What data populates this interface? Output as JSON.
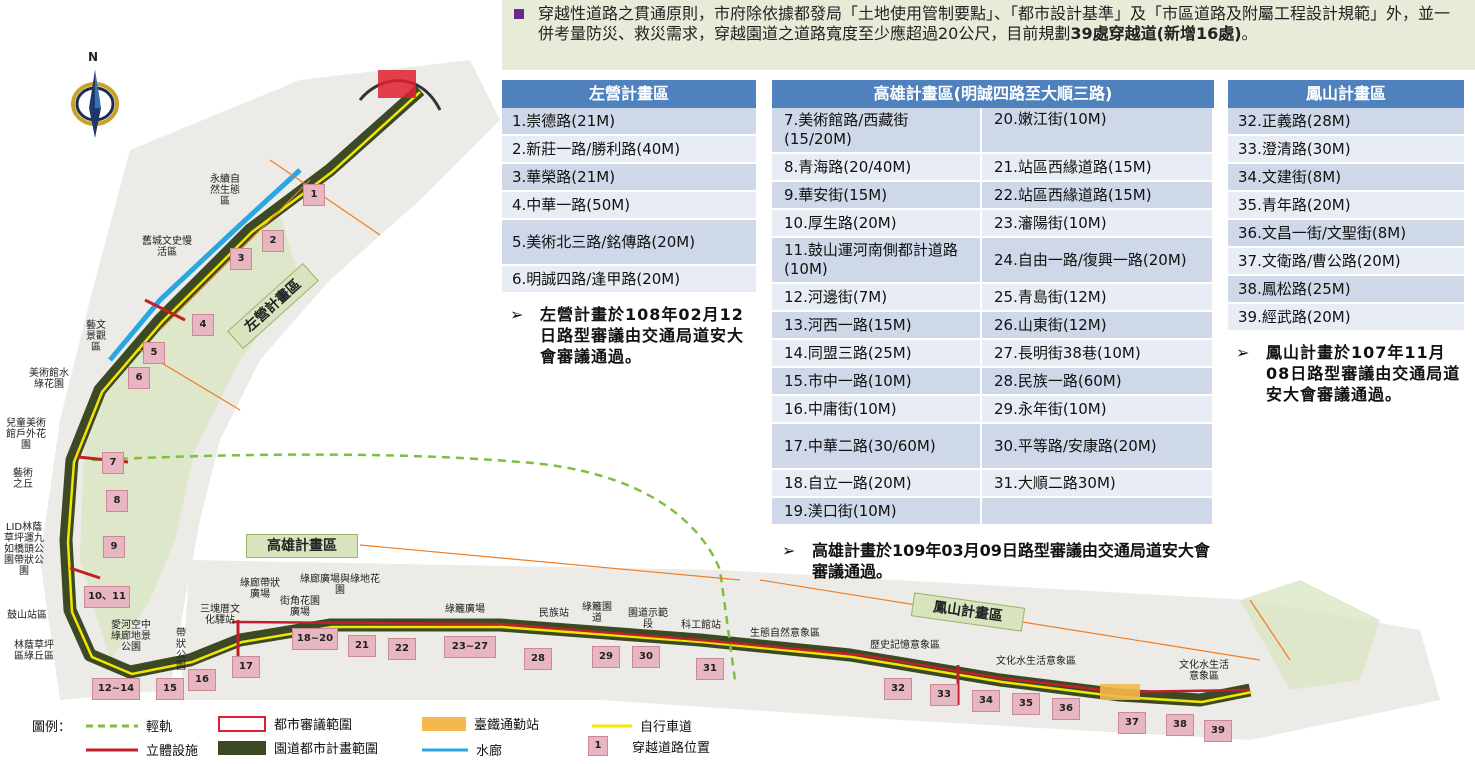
{
  "intro": {
    "text_before": "穿越性道路之貫通原則，市府除依據都發局「土地使用管制要點」、「都市設計基準」及「市區道路及附屬工程設計規範」外，並一併考量防災、救災需求，穿越園道之道路寬度至少應超過20公尺，目前規劃",
    "text_bold": "39處穿越道(新增16處)",
    "text_after": "。"
  },
  "compass": {
    "letter": "N",
    "icon": "compass-north-icon"
  },
  "zuoying": {
    "title": "左營計畫區",
    "rows": [
      "1.崇德路(21M)",
      "2.新莊一路/勝利路(40M)",
      "3.華榮路(21M)",
      "4.中華一路(50M)",
      "5.美術北三路/銘傳路(20M)",
      "6.明誠四路/逢甲路(20M)"
    ],
    "note": "左營計畫於108年02月12日路型審議由交通局道安大會審議通過。"
  },
  "kaohsiung": {
    "title": "高雄計畫區(明誠四路至大順三路)",
    "rows": [
      [
        "7.美術館路/西藏街(15/20M)",
        "20.嫩江街(10M)"
      ],
      [
        "8.青海路(20/40M)",
        "21.站區西緣道路(15M)"
      ],
      [
        "9.華安街(15M)",
        "22.站區西緣道路(15M)"
      ],
      [
        "10.厚生路(20M)",
        "23.瀋陽街(10M)"
      ],
      [
        "11.鼓山運河南側都計道路(10M)",
        "24.自由一路/復興一路(20M)"
      ],
      [
        "12.河邊街(7M)",
        "25.青島街(12M)"
      ],
      [
        "13.河西一路(15M)",
        "26.山東街(12M)"
      ],
      [
        "14.同盟三路(25M)",
        "27.長明街38巷(10M)"
      ],
      [
        "15.市中一路(10M)",
        "28.民族一路(60M)"
      ],
      [
        "16.中庸街(10M)",
        "29.永年街(10M)"
      ],
      [
        "17.中華二路(30/60M)",
        "30.平等路/安康路(20M)"
      ],
      [
        "18.自立一路(20M)",
        "31.大順二路30M)"
      ],
      [
        "19.渼口街(10M)",
        ""
      ]
    ],
    "note": "高雄計畫於109年03月09日路型審議由交通局道安大會審議通過。"
  },
  "fengshan": {
    "title": "鳳山計畫區",
    "rows": [
      "32.正義路(28M)",
      "33.澄清路(30M)",
      "34.文建街(8M)",
      "35.青年路(20M)",
      "36.文昌一街/文聖街(8M)",
      "37.文衛路/曹公路(20M)",
      "38.鳳松路(25M)",
      "39.經武路(20M)"
    ],
    "note": "鳳山計畫於107年11月08日路型審議由交通局道安大會審議通過。"
  },
  "map": {
    "zones": {
      "zuoying": "左營計畫區",
      "kaohsiung": "高雄計畫區",
      "fengshan": "鳳山計畫區"
    },
    "markers": [
      "1",
      "2",
      "3",
      "4",
      "5",
      "6",
      "7",
      "8",
      "9",
      "10、11",
      "12~14",
      "15",
      "16",
      "17",
      "18~20",
      "21",
      "22",
      "23~27",
      "28",
      "29",
      "30",
      "31",
      "32",
      "33",
      "34",
      "35",
      "36",
      "37",
      "38",
      "39"
    ],
    "labels": [
      "永續自然生態區",
      "舊城文史慢活區",
      "藝文景觀區",
      "美術館水綠花園",
      "兒童美術館戶外花園",
      "藝術之丘",
      "LID林蔭草坪運九如橋頭公園帶狀公園",
      "鼓山站區",
      "林蔭草坪區綠丘區",
      "愛河空中綠廊地景公園",
      "帶狀公園",
      "三塊厝文化驛站",
      "綠廊帶狀廣場",
      "街角花園廣場",
      "綠廊廣場與綠地花園",
      "綠籬廣場",
      "民族站",
      "綠籬園道",
      "園道示範段",
      "科工館站",
      "生態自然意象區",
      "歷史記憶意象區",
      "文化水生活意象區",
      "文化水生活意象區"
    ]
  },
  "legend": {
    "title": "圖例：",
    "items": [
      "輕軌",
      "立體設施",
      "都市審議範圍",
      "園道都市計畫範圍",
      "臺鐵通勤站",
      "水廊",
      "自行車道",
      "穿越道路位置"
    ],
    "marker_sample": "1"
  },
  "colors": {
    "header": "#4f81bd",
    "row_odd": "#cfd8e8",
    "row_even": "#e8edf5",
    "intro_bg": "#e7ecd8",
    "park": "#3b4a25",
    "marker": "#e8b6c0",
    "light_rail": "#7fbf3f",
    "structure": "#c0202a",
    "bike": "#f2e600",
    "station": "#f2b84b",
    "water": "#2aa7e0",
    "zone_arrow": "#ef7d22"
  }
}
